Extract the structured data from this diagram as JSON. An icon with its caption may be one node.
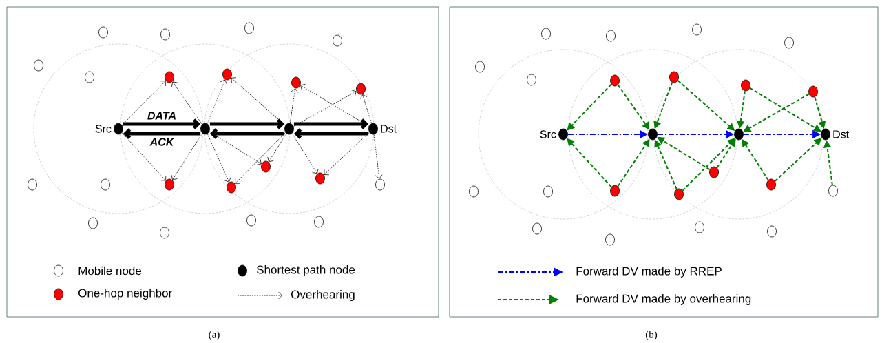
{
  "diagram": {
    "nodes": [
      {
        "text": [],
        "shape": "circle",
        "beside": [
          "Src"
        ]
      },
      {
        "text": [],
        "shape": "circle"
      },
      {
        "text": [],
        "shape": "circle"
      },
      {
        "text": [],
        "shape": "circle",
        "beside": [
          "Dst"
        ]
      },
      {
        "text": [],
        "shape": "circle"
      },
      {
        "text": [],
        "shape": "circle"
      },
      {
        "text": [],
        "shape": "circle"
      },
      {
        "text": [],
        "shape": "circle"
      },
      {
        "text": [],
        "shape": "circle"
      },
      {
        "text": [],
        "shape": "circle"
      },
      {
        "text": [],
        "shape": "circle"
      },
      {
        "text": [],
        "shape": "circle"
      },
      {
        "text": [],
        "shape": "circle"
      },
      {
        "text": [],
        "shape": "circle"
      },
      {
        "text": [],
        "shape": "circle"
      },
      {
        "text": [],
        "shape": "circle"
      },
      {
        "text": [],
        "shape": "circle"
      },
      {
        "text": [],
        "shape": "circle"
      },
      {
        "text": [],
        "shape": "circle"
      },
      {
        "text": [],
        "shape": "circle"
      },
      {
        "text": [],
        "shape": "circle"
      },
      {
        "text": [],
        "shape": "circle"
      },
      {
        "text": [],
        "shape": "circle"
      },
      {
        "text": [],
        "shape": "circle"
      },
      {
        "text": [],
        "shape": "circle"
      },
      {
        "text": [],
        "shape": "circle",
        "beside": [
          "Src"
        ]
      },
      {
        "text": [],
        "shape": "circle"
      },
      {
        "text": [],
        "shape": "circle"
      },
      {
        "text": [],
        "shape": "circle",
        "beside": [
          "Dst"
        ]
      },
      {
        "text": [],
        "shape": "circle"
      },
      {
        "text": [],
        "shape": "circle"
      },
      {
        "text": [],
        "shape": "circle"
      },
      {
        "text": [],
        "shape": "circle"
      },
      {
        "text": [],
        "shape": "circle"
      },
      {
        "text": [],
        "shape": "circle"
      },
      {
        "text": [],
        "shape": "circle"
      },
      {
        "text": [],
        "shape": "circle"
      },
      {
        "text": [],
        "shape": "circle"
      },
      {
        "text": [],
        "shape": "circle"
      },
      {
        "text": [],
        "shape": "circle"
      },
      {
        "text": [],
        "shape": "circle"
      },
      {
        "text": [],
        "shape": "circle"
      },
      {
        "text": [],
        "shape": "circle"
      },
      {
        "text": [],
        "shape": "circle"
      },
      {
        "text": [],
        "shape": "circle"
      },
      {
        "text": [],
        "shape": "circle"
      },
      {
        "text": [],
        "shape": "circle"
      },
      {
        "text": [],
        "shape": "circle"
      },
      {
        "text": [],
        "shape": "circle"
      },
      {
        "text": [],
        "shape": "circle"
      }
    ],
    "edges": [
      {
        "from": 0,
        "to": 1,
        "arrow": "to",
        "label": "DATA",
        "style": "thick"
      },
      {
        "from": 1,
        "to": 0,
        "arrow": "to",
        "label": "ACK",
        "style": "thick"
      },
      {
        "from": 1,
        "to": 2,
        "arrow": "to",
        "style": "thick"
      },
      {
        "from": 2,
        "to": 1,
        "arrow": "to",
        "style": "thick"
      },
      {
        "from": 2,
        "to": 3,
        "arrow": "to",
        "style": "thick"
      },
      {
        "from": 3,
        "to": 2,
        "arrow": "to",
        "style": "thick"
      },
      {
        "from": 0,
        "to": 4,
        "arrow": "to",
        "style": "dashed"
      },
      {
        "from": 0,
        "to": 5,
        "arrow": "to",
        "style": "dashed"
      },
      {
        "from": 1,
        "to": 4,
        "arrow": "to",
        "style": "dashed"
      },
      {
        "from": 1,
        "to": 5,
        "arrow": "to",
        "style": "dashed"
      },
      {
        "from": 1,
        "to": 6,
        "arrow": "to",
        "style": "dashed"
      },
      {
        "from": 1,
        "to": 7,
        "arrow": "to",
        "style": "dashed"
      },
      {
        "from": 1,
        "to": 8,
        "arrow": "to",
        "style": "dashed"
      },
      {
        "from": 2,
        "to": 6,
        "arrow": "to",
        "style": "dashed"
      },
      {
        "from": 2,
        "to": 7,
        "arrow": "to",
        "style": "dashed"
      },
      {
        "from": 2,
        "to": 8,
        "arrow": "to",
        "style": "dashed"
      },
      {
        "from": 2,
        "to": 9,
        "arrow": "to",
        "style": "dashed"
      },
      {
        "from": 2,
        "to": 10,
        "arrow": "to",
        "style": "dashed"
      },
      {
        "from": 2,
        "to": 11,
        "arrow": "to",
        "style": "dashed"
      },
      {
        "from": 3,
        "to": 9,
        "arrow": "to",
        "style": "dashed"
      },
      {
        "from": 3,
        "to": 10,
        "arrow": "to",
        "style": "dashed"
      },
      {
        "from": 3,
        "to": 11,
        "arrow": "to",
        "style": "dashed"
      },
      {
        "from": 3,
        "to": 24,
        "arrow": "to",
        "style": "dashed"
      },
      {
        "from": 25,
        "to": 26,
        "arrow": "to",
        "style": "dashed",
        "color": "#0000ff"
      },
      {
        "from": 26,
        "to": 27,
        "arrow": "to",
        "style": "dashed",
        "color": "#0000ff"
      },
      {
        "from": 27,
        "to": 28,
        "arrow": "to",
        "style": "dashed",
        "color": "#0000ff"
      },
      {
        "from": 29,
        "to": 25,
        "arrow": "to",
        "style": "dashed",
        "color": "#008000"
      },
      {
        "from": 29,
        "to": 26,
        "arrow": "to",
        "style": "dashed",
        "color": "#008000"
      },
      {
        "from": 30,
        "to": 25,
        "arrow": "to",
        "style": "dashed",
        "color": "#008000"
      },
      {
        "from": 30,
        "to": 26,
        "arrow": "to",
        "style": "dashed",
        "color": "#008000"
      },
      {
        "from": 31,
        "to": 26,
        "arrow": "to",
        "style": "dashed",
        "color": "#008000"
      },
      {
        "from": 31,
        "to": 27,
        "arrow": "to",
        "style": "dashed",
        "color": "#008000"
      },
      {
        "from": 32,
        "to": 26,
        "arrow": "to",
        "style": "dashed",
        "color": "#008000"
      },
      {
        "from": 32,
        "to": 27,
        "arrow": "to",
        "style": "dashed",
        "color": "#008000"
      },
      {
        "from": 34,
        "to": 26,
        "arrow": "to",
        "style": "dashed",
        "color": "#008000"
      },
      {
        "from": 34,
        "to": 27,
        "arrow": "to",
        "style": "dashed",
        "color": "#008000"
      },
      {
        "from": 33,
        "to": 27,
        "arrow": "to",
        "style": "dashed",
        "color": "#008000"
      },
      {
        "from": 33,
        "to": 28,
        "arrow": "to",
        "style": "dashed",
        "color": "#008000"
      },
      {
        "from": 35,
        "to": 27,
        "arrow": "to",
        "style": "dashed",
        "color": "#008000"
      },
      {
        "from": 35,
        "to": 28,
        "arrow": "to",
        "style": "dashed",
        "color": "#008000"
      },
      {
        "from": 36,
        "to": 27,
        "arrow": "to",
        "style": "dashed",
        "color": "#008000"
      },
      {
        "from": 36,
        "to": 28,
        "arrow": "to",
        "style": "dashed",
        "color": "#008000"
      },
      {
        "from": 49,
        "to": 28,
        "arrow": "to",
        "style": "dashed",
        "color": "#008000"
      }
    ],
    "labels": [
      "(a)",
      "(b)"
    ],
    "legend": [
      {
        "text": "Mobile node"
      },
      {
        "text": "Shortest path node",
        "color": "#000000"
      },
      {
        "text": "One-hop neighbor",
        "color": "#ff0000"
      },
      {
        "text": "Overhearing"
      },
      {
        "text": "Forward DV made by RREP"
      },
      {
        "text": "Forward DV made by overhearing"
      }
    ]
  }
}
